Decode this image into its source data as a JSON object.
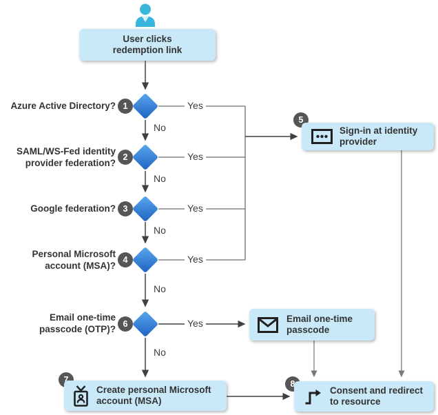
{
  "start": {
    "label": "User clicks\nredemption link",
    "icon": "person-icon"
  },
  "decisions": [
    {
      "num": "1",
      "label": "Azure Active Directory?",
      "yes": "Yes",
      "no": "No"
    },
    {
      "num": "2",
      "label": "SAML/WS-Fed identity\nprovider federation?",
      "yes": "Yes",
      "no": "No"
    },
    {
      "num": "3",
      "label": "Google federation?",
      "yes": "Yes",
      "no": "No"
    },
    {
      "num": "4",
      "label": "Personal Microsoft\naccount (MSA)?",
      "yes": "Yes",
      "no": "No"
    },
    {
      "num": "6",
      "label": "Email one-time\npasscode (OTP)?",
      "yes": "Yes",
      "no": "No"
    }
  ],
  "processes": [
    {
      "num": "5",
      "label": "Sign-in at identity\nprovider",
      "icon": "credentials-icon"
    },
    {
      "num": "",
      "label": "Email one-time\npasscode",
      "icon": "envelope-icon"
    },
    {
      "num": "7",
      "label": "Create personal Microsoft\naccount (MSA)",
      "icon": "badge-icon"
    },
    {
      "num": "8",
      "label": "Consent and redirect\nto resource",
      "icon": "redirect-icon"
    }
  ],
  "colors": {
    "box_fill": "#c9e8f8",
    "diamond_top": "#5aa7ef",
    "diamond_bottom": "#1e63c0",
    "step_badge": "#565656",
    "person": "#3ab5dc",
    "line_dark": "#404040",
    "line_gray": "#787878"
  }
}
